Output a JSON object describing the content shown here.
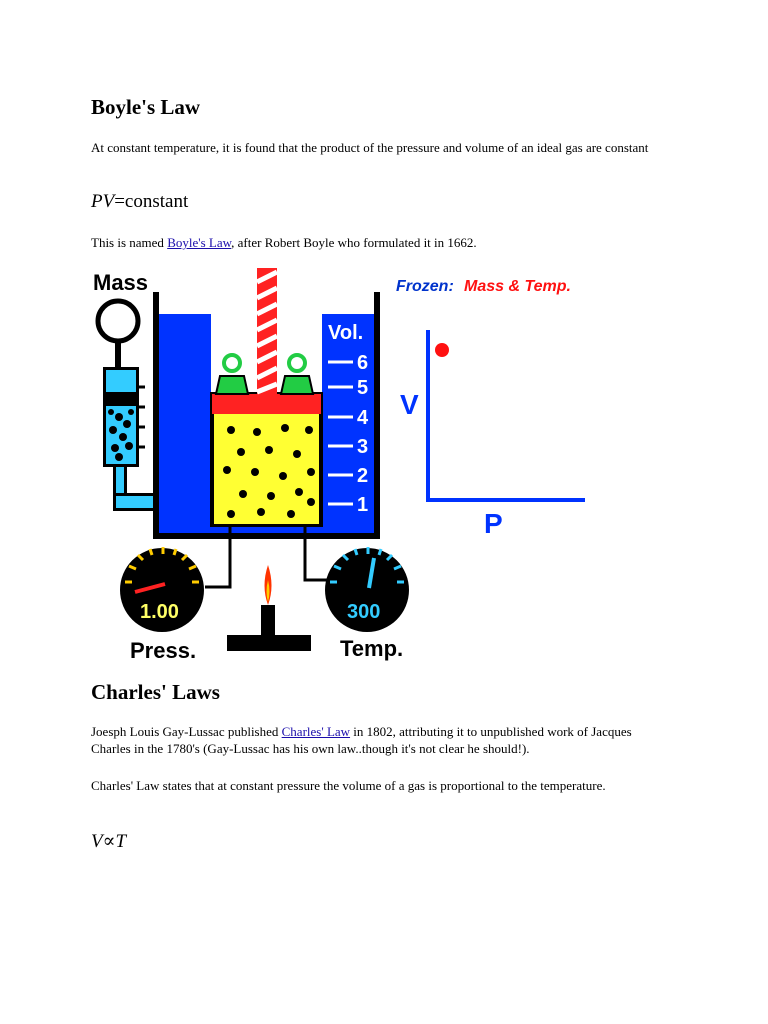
{
  "boyle": {
    "heading": "Boyle's Law",
    "intro": "At constant temperature, it is found that the product of the pressure and volume of an ideal gas are constant",
    "equation_vars": "PV",
    "equation_rest": "=constant",
    "named_before": "This is named ",
    "named_link": "Boyle's Law",
    "named_after": ", after Robert Boyle who formulated it in 1662."
  },
  "figure": {
    "mass_label": "Mass",
    "vol_label": "Vol.",
    "vol_ticks": [
      "6",
      "5",
      "4",
      "3",
      "2",
      "1"
    ],
    "frozen_label": "Frozen:",
    "frozen_vars": "Mass & Temp.",
    "axis_v": "V",
    "axis_p": "P",
    "pressure_value": "1.00",
    "pressure_label": "Press.",
    "temp_value": "300",
    "temp_label": "Temp.",
    "colors": {
      "container": "#0033ff",
      "gas": "#ffff33",
      "piston": "#ff2222",
      "weights": "#22cc44",
      "gauge_tick": "#ffcc00",
      "temp_tick": "#33ccff",
      "frozen_blue": "#0033cc",
      "frozen_red": "#ff1111"
    }
  },
  "charles": {
    "heading": "Charles' Laws",
    "p1_before": "Joesph Louis Gay-Lussac published ",
    "p1_link": "Charles' Law",
    "p1_after": " in 1802, attributing it to unpublished work of Jacques Charles in the 1780's (Gay-Lussac has his own law..though it's not clear he should!).",
    "p2": "Charles' Law states that at constant pressure the volume of a gas is proportional to the temperature.",
    "equation_v": "V",
    "equation_prop": "∝",
    "equation_t": "T"
  }
}
